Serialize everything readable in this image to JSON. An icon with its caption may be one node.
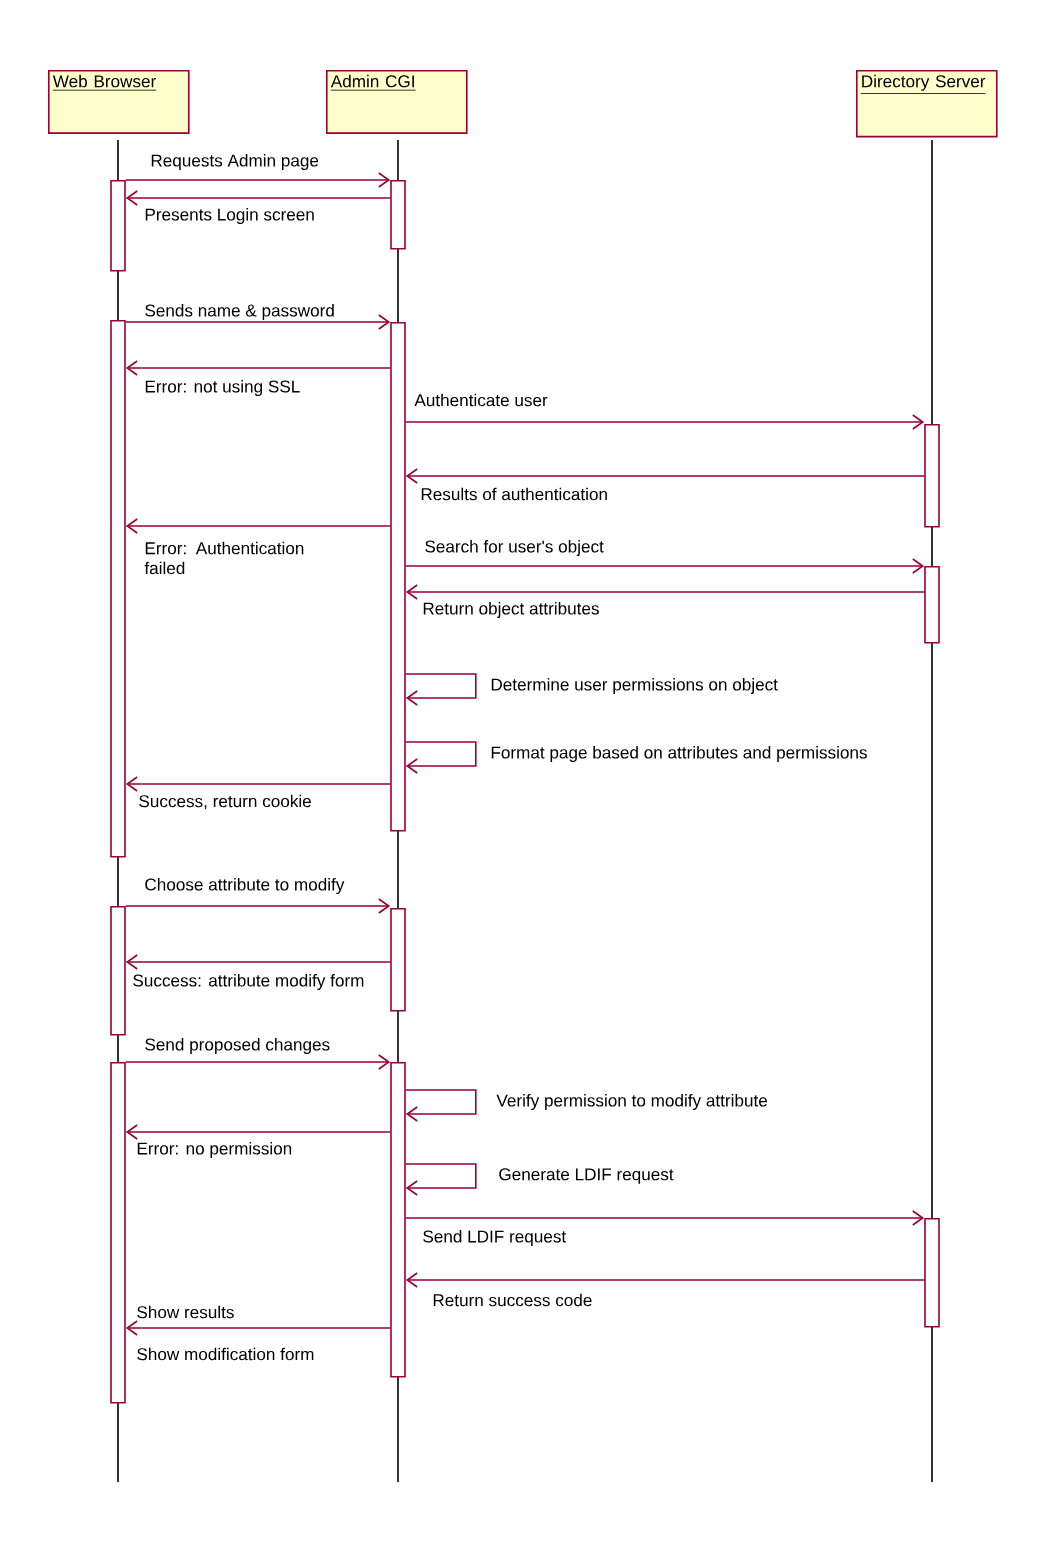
{
  "diagram": {
    "nodes": [
      {
        "text": [
          "Web Browser"
        ]
      },
      {
        "text": [
          "Admin CGI"
        ]
      },
      {
        "text": [
          "Directory Server"
        ]
      },
      {
        "text": [],
        "shape": "bar"
      },
      {
        "text": [],
        "shape": "bar"
      },
      {
        "text": [],
        "shape": "bar"
      },
      {
        "text": [],
        "shape": "bar"
      },
      {
        "text": [],
        "shape": "bar"
      },
      {
        "text": [],
        "shape": "bar"
      },
      {
        "text": [],
        "shape": "bar"
      },
      {
        "text": [],
        "shape": "bar"
      },
      {
        "text": [],
        "shape": "bar"
      },
      {
        "text": [],
        "shape": "bar"
      },
      {
        "text": [],
        "shape": "bar"
      }
    ],
    "edges": [
      {
        "from": 3,
        "to": 4,
        "arrow": "to",
        "label": "Requests Admin page"
      },
      {
        "from": 4,
        "to": 3,
        "arrow": "to",
        "label": "Presents Login screen"
      },
      {
        "from": 5,
        "to": 6,
        "arrow": "to",
        "label": "Sends name & password"
      },
      {
        "from": 6,
        "to": 5,
        "arrow": "to",
        "label": "Error: not using SSL"
      },
      {
        "from": 6,
        "to": 7,
        "arrow": "to",
        "label": "Authenticate user"
      },
      {
        "from": 7,
        "to": 6,
        "arrow": "to",
        "label": "Results of authentication"
      },
      {
        "from": 6,
        "to": 5,
        "arrow": "to",
        "label": "Error: Authentication failed"
      },
      {
        "from": 6,
        "to": 8,
        "arrow": "to",
        "label": "Search for user's object"
      },
      {
        "from": 8,
        "to": 6,
        "arrow": "to",
        "label": "Return object attributes"
      },
      {
        "from": 6,
        "to": 6,
        "arrow": "to",
        "label": "Determine user permissions on object"
      },
      {
        "from": 6,
        "to": 6,
        "arrow": "to",
        "label": "Format page based on attributes and permissions"
      },
      {
        "from": 6,
        "to": 5,
        "arrow": "to",
        "label": "Success, return cookie"
      },
      {
        "from": 9,
        "to": 10,
        "arrow": "to",
        "label": "Choose attribute to modify"
      },
      {
        "from": 10,
        "to": 9,
        "arrow": "to",
        "label": "Success: attribute modify form"
      },
      {
        "from": 11,
        "to": 12,
        "arrow": "to",
        "label": "Send proposed changes"
      },
      {
        "from": 12,
        "to": 12,
        "arrow": "to",
        "label": "Verify permission to modify attribute"
      },
      {
        "from": 12,
        "to": 11,
        "arrow": "to",
        "label": "Error: no permission"
      },
      {
        "from": 12,
        "to": 12,
        "arrow": "to",
        "label": "Generate LDIF request"
      },
      {
        "from": 12,
        "to": 13,
        "arrow": "to",
        "label": "Send LDIF request"
      },
      {
        "from": 13,
        "to": 12,
        "arrow": "to",
        "label": "Return success code"
      },
      {
        "from": 12,
        "to": 11,
        "arrow": "to",
        "label": "Show results"
      }
    ],
    "labels": [
      "Show modification form"
    ]
  }
}
